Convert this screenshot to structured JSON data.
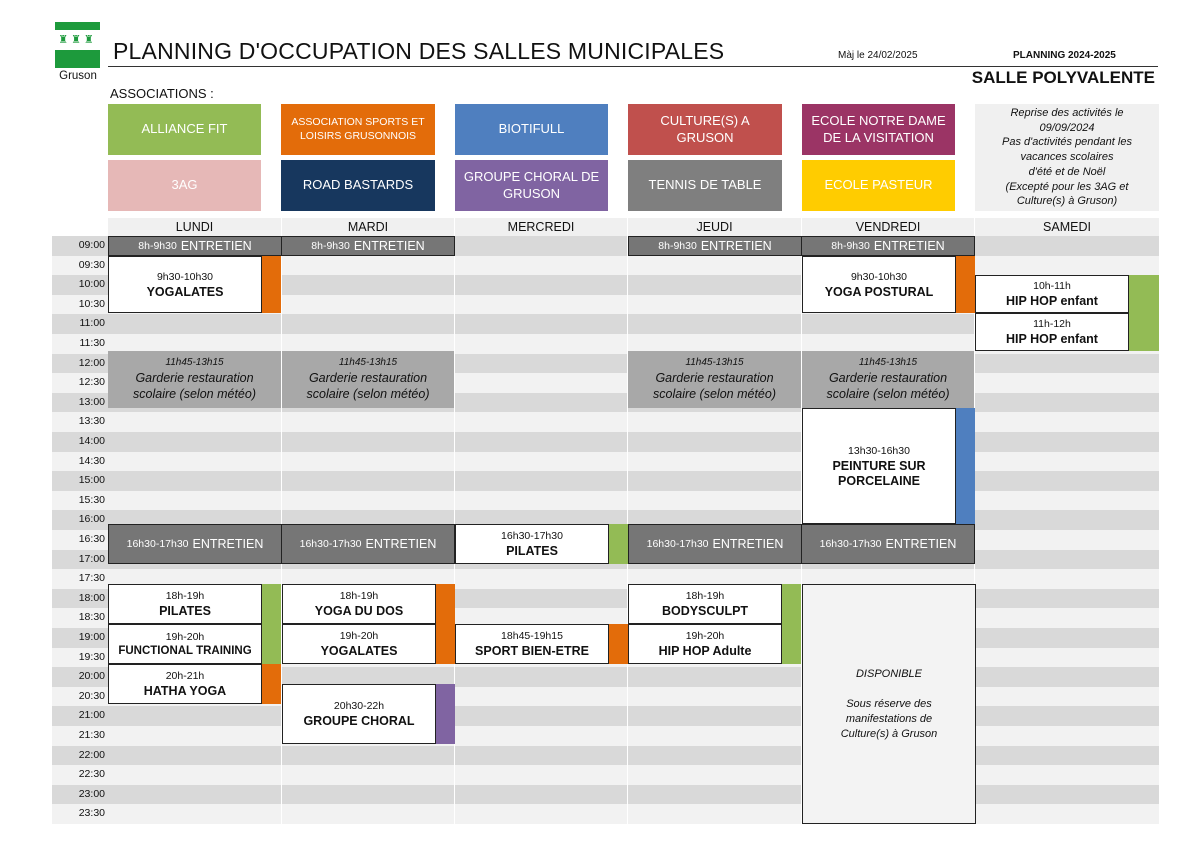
{
  "header": {
    "logo_name": "Gruson",
    "title": "PLANNING D'OCCUPATION DES SALLES MUNICIPALES",
    "updated": "Màj le 24/02/2025",
    "planning": "PLANNING 2024-2025",
    "salle": "SALLE POLYVALENTE",
    "associations_label": "ASSOCIATIONS :"
  },
  "colors": {
    "green": "#93bb55",
    "orange": "#e36c0a",
    "blue": "#4f7fbf",
    "red": "#c0504d",
    "plum": "#9b3465",
    "pink": "#e6b8b7",
    "navy": "#17375e",
    "purple": "#8064a2",
    "grey": "#7f7f7f",
    "yellow": "#ffcc00",
    "logo": "#1d9a3c"
  },
  "associations": [
    {
      "label": "ALLIANCE FIT",
      "color": "#93bb55"
    },
    {
      "label": "ASSOCIATION SPORTS ET LOISIRS GRUSONNOIS",
      "color": "#e36c0a"
    },
    {
      "label": "BIOTIFULL",
      "color": "#4f7fbf"
    },
    {
      "label": "CULTURE(S) A GRUSON",
      "color": "#c0504d"
    },
    {
      "label": "ECOLE NOTRE DAME DE LA VISITATION",
      "color": "#9b3465"
    },
    {
      "label": "3AG",
      "color": "#e6b8b7"
    },
    {
      "label": "ROAD BASTARDS",
      "color": "#17375e"
    },
    {
      "label": "GROUPE CHORAL DE GRUSON",
      "color": "#8064a2"
    },
    {
      "label": "TENNIS DE TABLE",
      "color": "#7f7f7f"
    },
    {
      "label": "ECOLE PASTEUR",
      "color": "#ffcc00"
    }
  ],
  "note": [
    "Reprise des activités le",
    "09/09/2024",
    "Pas d'activités pendant les",
    "vacances scolaires",
    "d'été et de Noël",
    "(Excepté pour les 3AG et",
    "Culture(s) à Gruson)"
  ],
  "days": [
    "LUNDI",
    "MARDI",
    "MERCREDI",
    "JEUDI",
    "VENDREDI",
    "SAMEDI"
  ],
  "times": [
    "09:00",
    "09:30",
    "10:00",
    "10:30",
    "11:00",
    "11:30",
    "12:00",
    "12:30",
    "13:00",
    "13:30",
    "14:00",
    "14:30",
    "15:00",
    "15:30",
    "16:00",
    "16:30",
    "17:00",
    "17:30",
    "18:00",
    "18:30",
    "19:00",
    "19:30",
    "20:00",
    "20:30",
    "21:00",
    "21:30",
    "22:00",
    "22:30",
    "23:00",
    "23:30"
  ],
  "entretien": {
    "morning_time": "8h-9h30",
    "afternoon_time": "16h30-17h30",
    "label": "ENTRETIEN"
  },
  "garderie": {
    "time": "11h45-13h15",
    "line1": "Garderie restauration",
    "line2": "scolaire (selon météo)"
  },
  "events": {
    "mon_yogalates": {
      "time": "9h30-10h30",
      "name": "YOGALATES"
    },
    "fri_yoga_postural": {
      "time": "9h30-10h30",
      "name": "YOGA POSTURAL"
    },
    "sat_hiphop1": {
      "time": "10h-11h",
      "name": "HIP HOP enfant"
    },
    "sat_hiphop2": {
      "time": "11h-12h",
      "name": "HIP HOP enfant"
    },
    "fri_peinture": {
      "time": "13h30-16h30",
      "line1": "PEINTURE SUR",
      "line2": "PORCELAINE"
    },
    "wed_pilates": {
      "time": "16h30-17h30",
      "name": "PILATES"
    },
    "mon_pilates": {
      "time": "18h-19h",
      "name": "PILATES"
    },
    "mon_functional": {
      "time": "19h-20h",
      "name": "FUNCTIONAL TRAINING"
    },
    "mon_hatha": {
      "time": "20h-21h",
      "name": "HATHA YOGA"
    },
    "tue_yoga_dos": {
      "time": "18h-19h",
      "name": "YOGA DU DOS"
    },
    "tue_yogalates": {
      "time": "19h-20h",
      "name": "YOGALATES"
    },
    "tue_choral": {
      "time": "20h30-22h",
      "name": "GROUPE CHORAL"
    },
    "wed_sport": {
      "time": "18h45-19h15",
      "name": "SPORT BIEN-ETRE"
    },
    "thu_bodysculpt": {
      "time": "18h-19h",
      "name": "BODYSCULPT"
    },
    "thu_hiphop": {
      "time": "19h-20h",
      "name": "HIP HOP Adulte"
    }
  },
  "disponible": {
    "title": "DISPONIBLE",
    "lines": [
      "Sous réserve des",
      "manifestations de",
      "Culture(s) à Gruson"
    ]
  }
}
